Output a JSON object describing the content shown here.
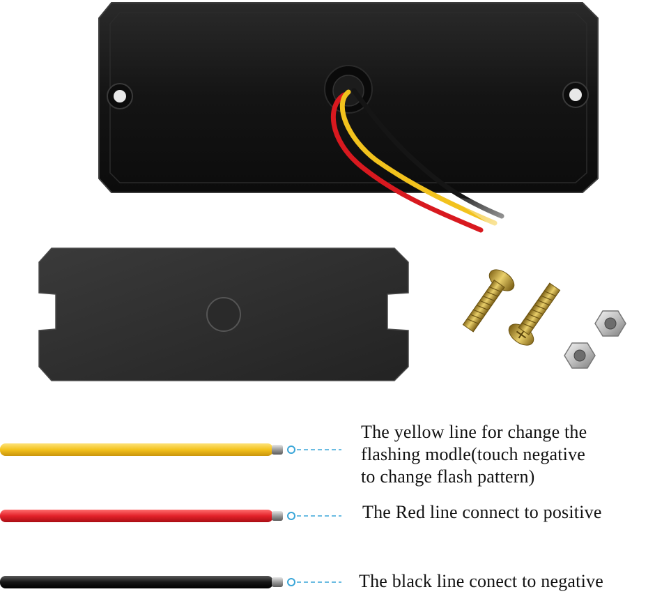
{
  "colors": {
    "yellow_wire": "#f4c21c",
    "red_wire": "#e3222a",
    "black_wire": "#151515",
    "connector_dash": "#3aa6d8",
    "housing": "#161616",
    "plate": "#2c2c2c"
  },
  "wires": [
    {
      "id": "yellow",
      "color_key": "yellow_wire",
      "description_lines": [
        "The yellow line for change the",
        "flashing modle(touch negative",
        "to change flash pattern)"
      ]
    },
    {
      "id": "red",
      "color_key": "red_wire",
      "description_lines": [
        "The Red line connect to positive"
      ]
    },
    {
      "id": "black",
      "color_key": "black_wire",
      "description_lines": [
        "The black line conect to negative"
      ]
    }
  ],
  "hardware": [
    {
      "name": "screw",
      "count": 2
    },
    {
      "name": "hex-nut",
      "count": 2
    }
  ]
}
